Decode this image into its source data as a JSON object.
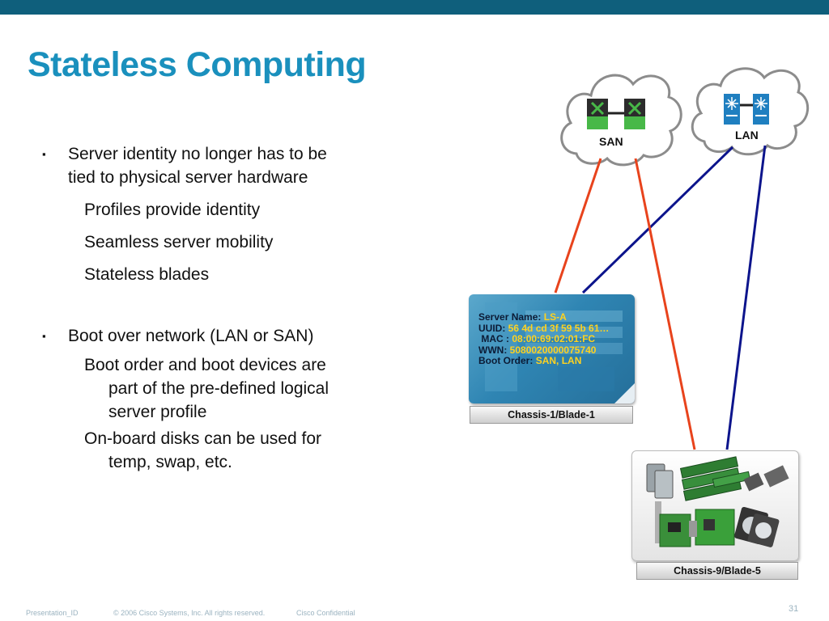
{
  "slide": {
    "title": "Stateless Computing",
    "bullet1": {
      "text_line1": "Server identity no longer has to be",
      "text_line2": "tied to physical server hardware",
      "sub": [
        "Profiles provide identity",
        "Seamless server mobility",
        "Stateless blades"
      ]
    },
    "bullet2": {
      "text": "Boot over network (LAN or SAN)",
      "sub1_lines": [
        "Boot order and boot devices are",
        "part of the pre-defined logical",
        "server profile"
      ],
      "sub2_lines": [
        "On-board disks can be used for",
        "temp, swap, etc."
      ]
    },
    "bullet_marker": "▪"
  },
  "diagram": {
    "san_label": "SAN",
    "lan_label": "LAN",
    "profile": {
      "server_name_label": "Server Name:",
      "server_name_value": "LS-A",
      "uuid_label": "UUID:",
      "uuid_value": "56 4d cd 3f 59 5b 61…",
      "mac_label": "MAC :",
      "mac_value": "08:00:69:02:01:FC",
      "wwn_label": "WWN:",
      "wwn_value": "5080020000075740",
      "boot_label": "Boot Order:",
      "boot_value": "SAN, LAN"
    },
    "chassis1_label": "Chassis-1/Blade-1",
    "chassis9_label": "Chassis-9/Blade-5",
    "colors": {
      "san_link": "#e8431c",
      "lan_link": "#0c148c",
      "san_icon": "#48b848",
      "lan_icon": "#2a9ad6"
    }
  },
  "footer": {
    "presentation_id": "Presentation_ID",
    "copyright": "© 2006 Cisco Systems, Inc. All rights reserved.",
    "confidential": "Cisco Confidential",
    "page_number": "31"
  }
}
